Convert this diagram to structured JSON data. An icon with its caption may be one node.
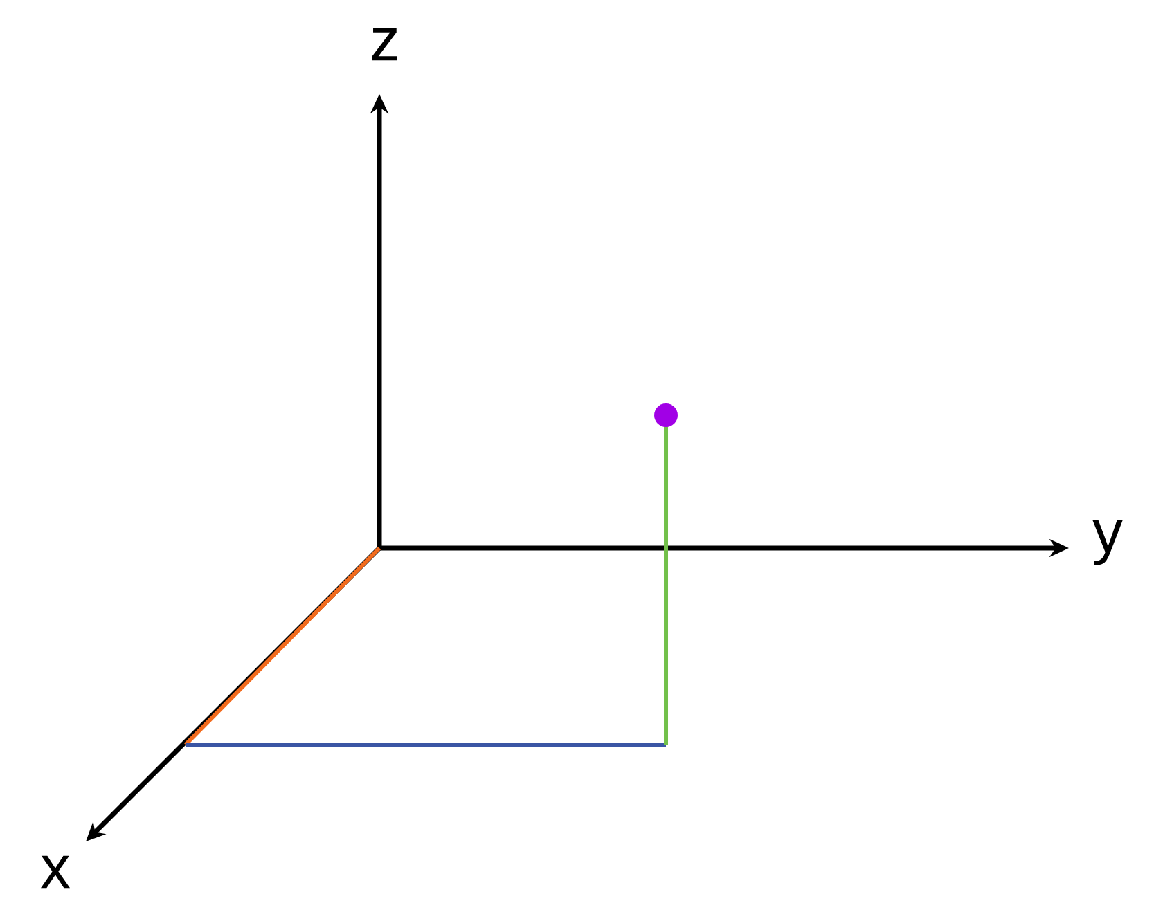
{
  "diagram": {
    "labels": [
      "z",
      "y",
      "x"
    ]
  }
}
